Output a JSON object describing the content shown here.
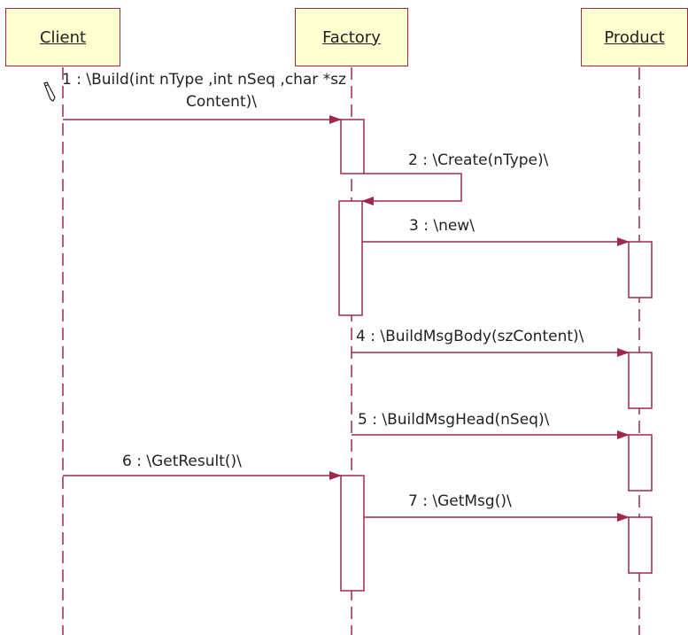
{
  "objects": [
    {
      "id": "client",
      "label": "Client"
    },
    {
      "id": "factory",
      "label": "Factory"
    },
    {
      "id": "product",
      "label": "Product"
    }
  ],
  "messages": [
    {
      "number": "1",
      "line1": "1 : \\Build(int nType ,int nSeq ,char *sz",
      "line2": "Content)\\",
      "from": "client",
      "to": "factory"
    },
    {
      "number": "2",
      "text": "2 : \\Create(nType)\\",
      "from": "factory",
      "to": "factory"
    },
    {
      "number": "3",
      "text": "3 : \\new\\",
      "from": "factory",
      "to": "product"
    },
    {
      "number": "4",
      "text": "4 : \\BuildMsgBody(szContent)\\",
      "from": "factory",
      "to": "product"
    },
    {
      "number": "5",
      "text": "5 : \\BuildMsgHead(nSeq)\\",
      "from": "factory",
      "to": "product"
    },
    {
      "number": "6",
      "text": "6 : \\GetResult()\\",
      "from": "client",
      "to": "factory"
    },
    {
      "number": "7",
      "text": "7 : \\GetMsg()\\",
      "from": "factory",
      "to": "product"
    }
  ],
  "colors": {
    "box_fill": "#ffffd0",
    "line": "#9e2a4a",
    "text": "#222222"
  },
  "cursor_icon": "pencil-cursor-icon"
}
